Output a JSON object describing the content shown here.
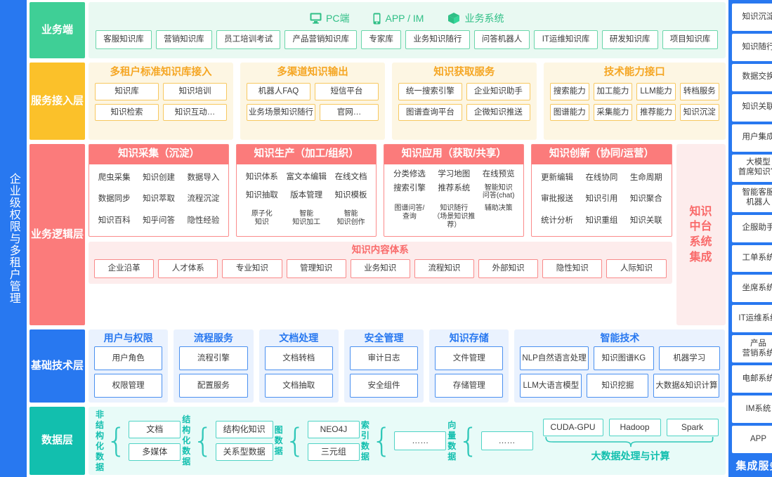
{
  "left_rail": {
    "text": "企业级权限与多租户管理"
  },
  "layers": [
    {
      "id": "business-end",
      "label": "业务端",
      "color": "#3fcf96",
      "channels": [
        {
          "icon": "monitor-icon",
          "label": "PC端"
        },
        {
          "icon": "mobile-icon",
          "label": "APP / IM"
        },
        {
          "icon": "cube-icon",
          "label": "业务系统"
        }
      ],
      "chips": [
        "客服知识库",
        "营销知识库",
        "员工培训考试",
        "产品营销知识库",
        "专家库",
        "业务知识随行",
        "问答机器人",
        "IT运维知识库",
        "研发知识库",
        "项目知识库"
      ]
    },
    {
      "id": "service-access",
      "label": "服务接入层",
      "color": "#fbc12a",
      "groups": [
        {
          "title": "多租户标准知识库接入",
          "rows": [
            [
              "知识库",
              "知识培训"
            ],
            [
              "知识检索",
              "知识互动…"
            ]
          ]
        },
        {
          "title": "多渠道知识输出",
          "rows": [
            [
              "机器人FAQ",
              "短信平台"
            ],
            [
              "业务场景知识随行",
              "官网…"
            ]
          ]
        },
        {
          "title": "知识获取服务",
          "rows": [
            [
              "统一搜索引擎",
              "企业知识助手"
            ],
            [
              "图谱查询平台",
              "企微知识推送"
            ]
          ]
        },
        {
          "title": "技术能力接口",
          "wide": true,
          "rows": [
            [
              "搜索能力",
              "加工能力",
              "LLM能力",
              "转档服务"
            ],
            [
              "图谱能力",
              "采集能力",
              "推荐能力",
              "知识沉淀"
            ]
          ]
        }
      ]
    },
    {
      "id": "business-logic",
      "label": "业务逻辑层",
      "color": "#fb7b7b",
      "cards": [
        {
          "title": "知识采集（沉淀）",
          "rows": [
            [
              "爬虫采集",
              "知识创建",
              "数据导入"
            ],
            [
              "数据同步",
              "知识萃取",
              "流程沉淀"
            ],
            [
              "知识百科",
              "知乎问答",
              "隐性经验"
            ]
          ]
        },
        {
          "title": "知识生产（加工/组织）",
          "rows": [
            [
              "知识体系",
              "富文本编辑",
              "在线文档"
            ],
            [
              "知识抽取",
              "版本管理",
              "知识模板"
            ],
            [
              "原子化\n知识",
              "智能\n知识加工",
              "智能\n知识创作"
            ]
          ]
        },
        {
          "title": "知识应用（获取/共享）",
          "rows": [
            [
              "分类修选",
              "学习地图",
              "在线预览"
            ],
            [
              "搜索引擎",
              "推荐系统",
              "智能知识\n问答(chat)"
            ],
            [
              "图谱问答/\n查询",
              "知识随行\n（场景知识推荐）",
              "辅助决策"
            ]
          ]
        },
        {
          "title": "知识创新（协同/运营）",
          "rows": [
            [
              "更新编辑",
              "在线协同",
              "生命周期"
            ],
            [
              "审批报送",
              "知识引用",
              "知识聚合"
            ],
            [
              "统计分析",
              "知识重组",
              "知识关联"
            ]
          ]
        }
      ],
      "content_system": {
        "title": "知识内容体系",
        "chips": [
          "企业沿革",
          "人才体系",
          "专业知识",
          "管理知识",
          "业务知识",
          "流程知识",
          "外部知识",
          "隐性知识",
          "人际知识"
        ]
      },
      "side_panel": {
        "text": "知识\n中台\n系统\n集成"
      }
    },
    {
      "id": "base-tech",
      "label": "基础技术层",
      "color": "#2878f0",
      "groups": [
        {
          "title": "用户与权限",
          "rows": [
            [
              "用户角色"
            ],
            [
              "权限管理"
            ]
          ]
        },
        {
          "title": "流程服务",
          "rows": [
            [
              "流程引擎"
            ],
            [
              "配置服务"
            ]
          ]
        },
        {
          "title": "文档处理",
          "rows": [
            [
              "文档转档"
            ],
            [
              "文档抽取"
            ]
          ]
        },
        {
          "title": "安全管理",
          "rows": [
            [
              "审计日志"
            ],
            [
              "安全组件"
            ]
          ]
        },
        {
          "title": "知识存储",
          "rows": [
            [
              "文件管理"
            ],
            [
              "存储管理"
            ]
          ]
        },
        {
          "title": "智能技术",
          "wide": true,
          "rows": [
            [
              "NLP自然语言处理",
              "知识图谱KG",
              "机器学习"
            ],
            [
              "LLM大语言模型",
              "知识挖掘",
              "大数据&知识计算"
            ]
          ]
        }
      ]
    },
    {
      "id": "data-layer",
      "label": "数据层",
      "color": "#12bfae",
      "groups": [
        {
          "label": "非结构\n化数据",
          "chips": [
            "文档",
            "多媒体"
          ]
        },
        {
          "label": "结构\n化数据",
          "chips": [
            "结构化知识",
            "关系型数据"
          ]
        },
        {
          "label": "图数据",
          "chips": [
            "NEO4J",
            "三元组"
          ]
        },
        {
          "label": "索引\n数据",
          "chips": [
            "……"
          ]
        },
        {
          "label": "向量\n数据",
          "chips": [
            "……"
          ]
        }
      ],
      "bigdata": {
        "chips": [
          "CUDA-GPU",
          "Hadoop",
          "Spark"
        ],
        "caption": "大数据处理与计算"
      }
    }
  ],
  "right_rail": {
    "items": [
      "知识沉淀",
      "知识随行",
      "数据交换",
      "知识关联",
      "用户集成",
      "大模型\n首席知识官",
      "智能客服\n机器人",
      "企服助手",
      "工单系统",
      "坐席系统",
      "IT运维系统",
      "产品\n营销系统",
      "电邮系统",
      "IM系统",
      "APP"
    ],
    "footer": "集成服务"
  }
}
